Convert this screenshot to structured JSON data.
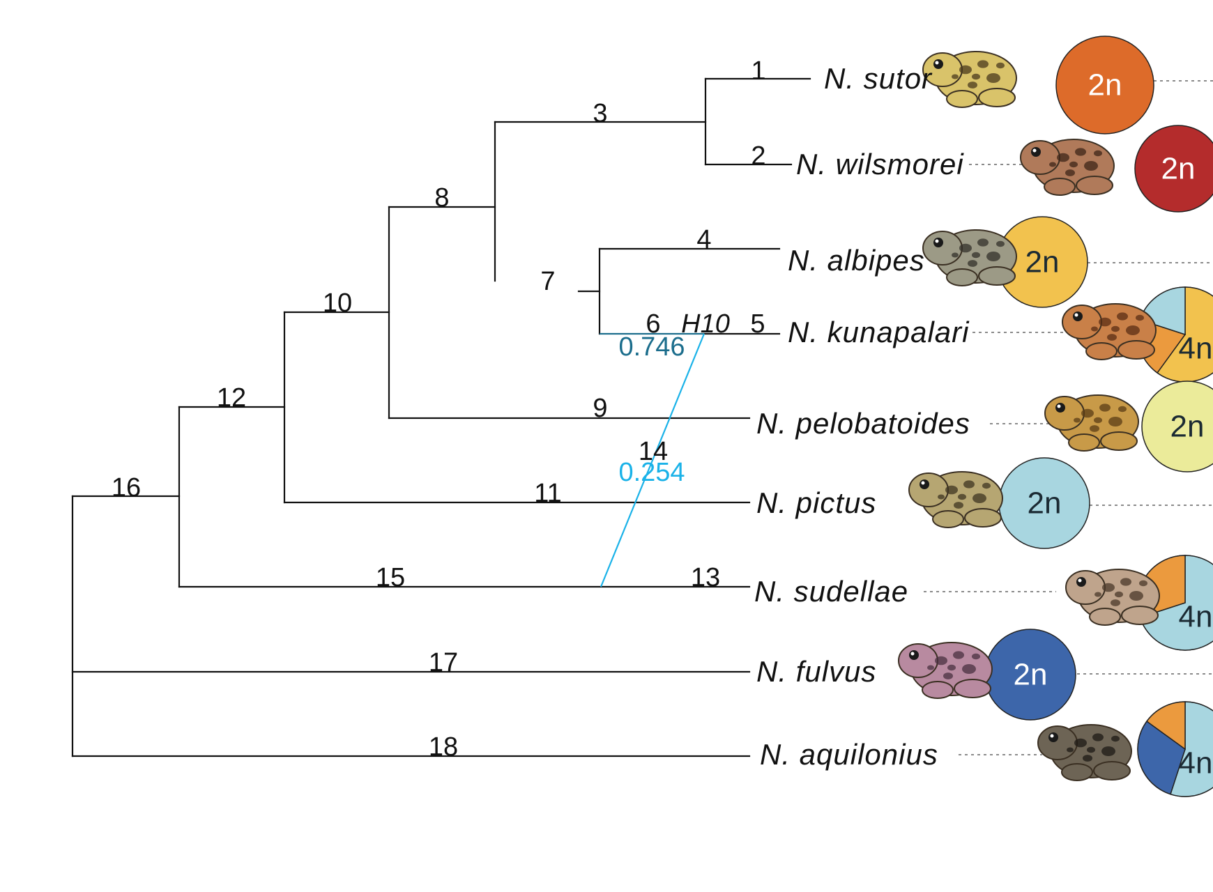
{
  "tree": {
    "branch_labels": [
      "1",
      "2",
      "3",
      "4",
      "5",
      "6",
      "7",
      "8",
      "9",
      "10",
      "11",
      "12",
      "13",
      "14",
      "15",
      "16",
      "17",
      "18"
    ],
    "hybrid_node": {
      "label": "H10",
      "gamma_major": "0.746",
      "gamma_minor": "0.254",
      "major_color": "#1b6d8c",
      "minor_color": "#1ab2e8"
    }
  },
  "taxa": [
    {
      "name": "N. sutor",
      "ploidy": "2n",
      "color": "#dd6b2a",
      "frog": "yellow-spotted-frog"
    },
    {
      "name": "N. wilsmorei",
      "ploidy": "2n",
      "color": "#b42c2c",
      "frog": "brown-spotted-frog"
    },
    {
      "name": "N. albipes",
      "ploidy": "2n",
      "color": "#f2c24e",
      "frog": "grey-spotted-frog"
    },
    {
      "name": "N. kunapalari",
      "ploidy": "4n",
      "color": "#f2c24e",
      "frog": "orange-frog",
      "pie": [
        {
          "color": "#f2c24e",
          "share": 0.6
        },
        {
          "color": "#eb9a3e",
          "share": 0.2
        },
        {
          "color": "#a8d6e0",
          "share": 0.2
        }
      ]
    },
    {
      "name": "N. pelobatoides",
      "ploidy": "2n",
      "color": "#ebeb9a",
      "frog": "ochre-frog"
    },
    {
      "name": "N. pictus",
      "ploidy": "2n",
      "color": "#a8d6e0",
      "frog": "olive-spotted-frog"
    },
    {
      "name": "N. sudellae",
      "ploidy": "4n",
      "color": "#a8d6e0",
      "frog": "pale-brown-frog",
      "pie": [
        {
          "color": "#a8d6e0",
          "share": 0.7
        },
        {
          "color": "#eb9a3e",
          "share": 0.3
        }
      ]
    },
    {
      "name": "N. fulvus",
      "ploidy": "2n",
      "color": "#3d66aa",
      "frog": "pink-mottled-frog"
    },
    {
      "name": "N. aquilonius",
      "ploidy": "4n",
      "color": "#a8d6e0",
      "frog": "dark-striped-frog",
      "pie": [
        {
          "color": "#a8d6e0",
          "share": 0.55
        },
        {
          "color": "#3d66aa",
          "share": 0.3
        },
        {
          "color": "#eb9a3e",
          "share": 0.15
        }
      ]
    }
  ]
}
